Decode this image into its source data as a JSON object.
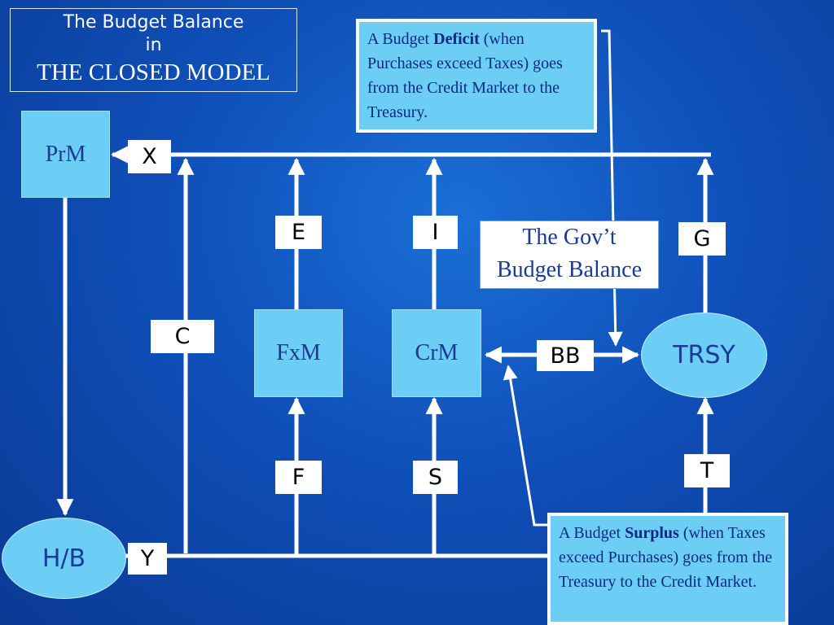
{
  "title": {
    "line1": "The Budget Balance",
    "line2": "in",
    "line3": "THE CLOSED MODEL"
  },
  "nodes": {
    "prm": "PrM",
    "fxm": "FxM",
    "crm": "CrM",
    "trsy": "TRSY",
    "hb": "H/B"
  },
  "flow_labels": {
    "x": "X",
    "e": "E",
    "i": "I",
    "g": "G",
    "c": "C",
    "bb": "BB",
    "f": "F",
    "s": "S",
    "t": "T",
    "y": "Y"
  },
  "gov_box": {
    "line1": "The Gov’t",
    "line2": "Budget Balance"
  },
  "deficit_note": {
    "prefix": "A Budget ",
    "bold": "Deficit",
    "suffix": " (when Purchases exceed Taxes) goes from the Credit Market to the Treasury."
  },
  "surplus_note": {
    "prefix": "A Budget ",
    "bold": "Surplus",
    "suffix": " (when Taxes exceed Purchases) goes from the Treasury to the Credit Market."
  },
  "colors": {
    "background": "#0f4fb8",
    "node_fill": "#6ccdf5",
    "node_text": "#1a3a8f",
    "lines": "#ffffff"
  }
}
